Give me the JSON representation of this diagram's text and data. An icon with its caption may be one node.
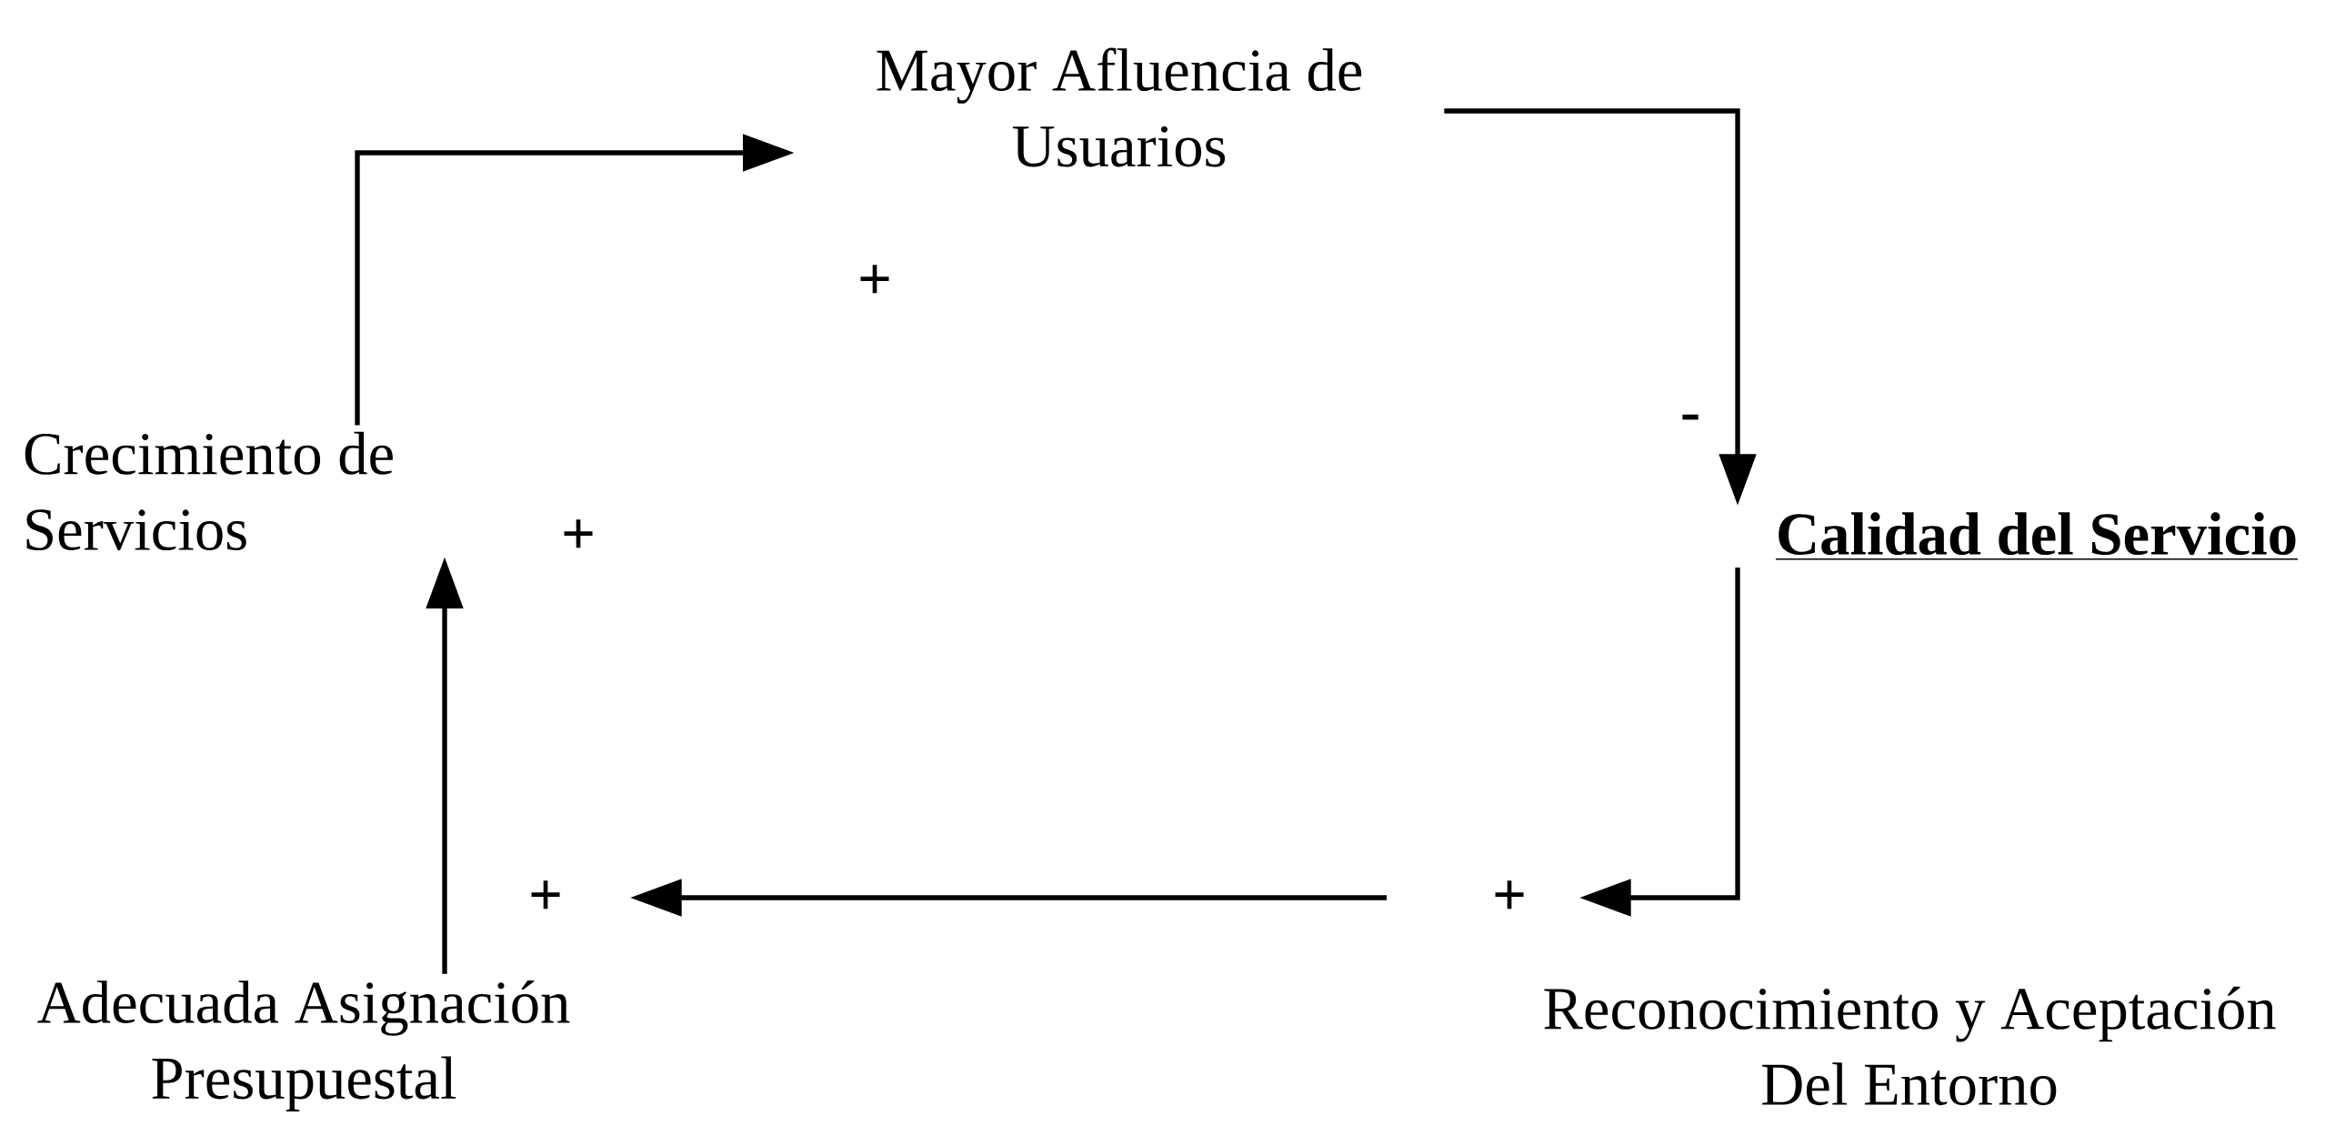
{
  "diagram": {
    "nodes": [
      {
        "text": [
          "Mayor Afluencia de Usuarios"
        ]
      },
      {
        "text": [
          "Calidad del Servicio"
        ]
      },
      {
        "text": [
          "Reconocimiento y Aceptación Del Entorno"
        ]
      },
      {
        "text": [
          "Adecuada Asignación Presupuestal"
        ]
      },
      {
        "text": [
          "Crecimiento de Servicios"
        ]
      }
    ],
    "edges": [
      {
        "from": 4,
        "to": 0,
        "arrow": "to",
        "label": "+"
      },
      {
        "from": 0,
        "to": 1,
        "arrow": "to",
        "label": "-"
      },
      {
        "from": 1,
        "to": 2,
        "arrow": "to",
        "label": "+"
      },
      {
        "from": 2,
        "to": 3,
        "arrow": "to",
        "label": "+"
      },
      {
        "from": 3,
        "to": 4,
        "arrow": "to",
        "label": "+"
      }
    ]
  }
}
